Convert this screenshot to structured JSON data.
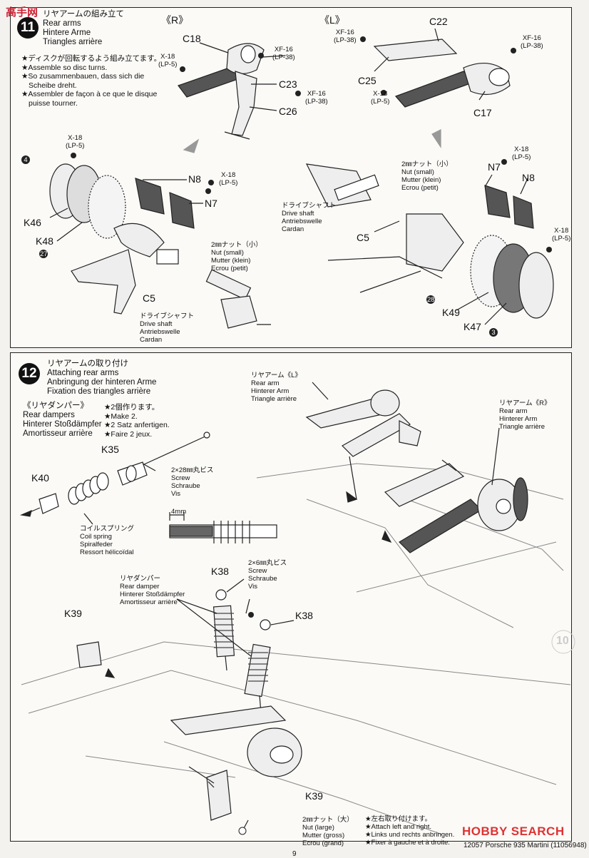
{
  "watermark_top": "高手网",
  "step11": {
    "number": "11",
    "title": [
      "リヤアームの組み立て",
      "Rear arms",
      "Hintere Arme",
      "Triangles arrière"
    ],
    "notes": [
      "★ディスクが回転するよう組み立てます。",
      "★Assemble so disc turns.",
      "★So zusammenbauen, dass sich die",
      "Scheibe dreht.",
      "★Assembler de façon à ce que le disque",
      "puisse tourner."
    ],
    "side_r": "《R》",
    "side_l": "《L》",
    "parts": {
      "C18": "C18",
      "C23": "C23",
      "C26": "C26",
      "C22": "C22",
      "C25": "C25",
      "C17": "C17",
      "N8": "N8",
      "N7": "N7",
      "K46": "K46",
      "K48": "K48",
      "C5": "C5",
      "K49": "K49",
      "K47": "K47"
    },
    "paint_x18": [
      "X-18",
      "(LP-5)"
    ],
    "paint_xf16": [
      "XF-16",
      "(LP-38)"
    ],
    "nut_small": [
      "2㎜ナット（小）",
      "Nut (small)",
      "Mutter (klein)",
      "Ecrou (petit)"
    ],
    "drive_shaft": [
      "ドライブシャフト",
      "Drive shaft",
      "Antriebswelle",
      "Cardan"
    ],
    "markers": [
      "4",
      "27",
      "28",
      "3"
    ]
  },
  "step12": {
    "number": "12",
    "title": [
      "リヤアームの取り付け",
      "Attaching rear arms",
      "Anbringung der hinteren Arme",
      "Fixation des triangles arrière"
    ],
    "dampers_heading": [
      "《リヤダンパー》",
      "Rear dampers",
      "Hinterer Stoßdämpfer",
      "Amortisseur arrière"
    ],
    "make2": [
      "★2個作ります。",
      "★Make 2.",
      "★2 Satz anfertigen.",
      "★Faire 2 jeux."
    ],
    "rear_arm_l": [
      "リヤアーム《L》",
      "Rear arm",
      "Hinterer Arm",
      "Triangle arrière"
    ],
    "rear_arm_r": [
      "リヤアーム《R》",
      "Rear arm",
      "Hinterer Arm",
      "Triangle arrière"
    ],
    "screw_28": [
      "2×28㎜丸ビス",
      "Screw",
      "Schraube",
      "Vis"
    ],
    "coil_spring": [
      "コイルスプリング",
      "Coil spring",
      "Spiralfeder",
      "Ressort hélicoïdal"
    ],
    "gap": "4mm",
    "rear_damper": [
      "リヤダンパー",
      "Rear damper",
      "Hinterer Stoßdämpfer",
      "Amortisseur arrière"
    ],
    "screw_6": [
      "2×6㎜丸ビス",
      "Screw",
      "Schraube",
      "Vis"
    ],
    "nut_large": [
      "2㎜ナット（大）",
      "Nut (large)",
      "Mutter (gross)",
      "Ecrou (grand)"
    ],
    "left_right": [
      "★左右取り付けます。",
      "★Attach left and right.",
      "★Links und rechts anbringen.",
      "★Fixer à gauche et à droite."
    ],
    "parts": {
      "K35": "K35",
      "K40": "K40",
      "K38a": "K38",
      "K38b": "K38",
      "K39a": "K39",
      "K39b": "K39"
    },
    "ghost_step": "10"
  },
  "footer": {
    "product": "12057 Porsche 935 Martini (11056948)",
    "page_hint": "9",
    "watermark": "HOBBY SEARCH"
  }
}
